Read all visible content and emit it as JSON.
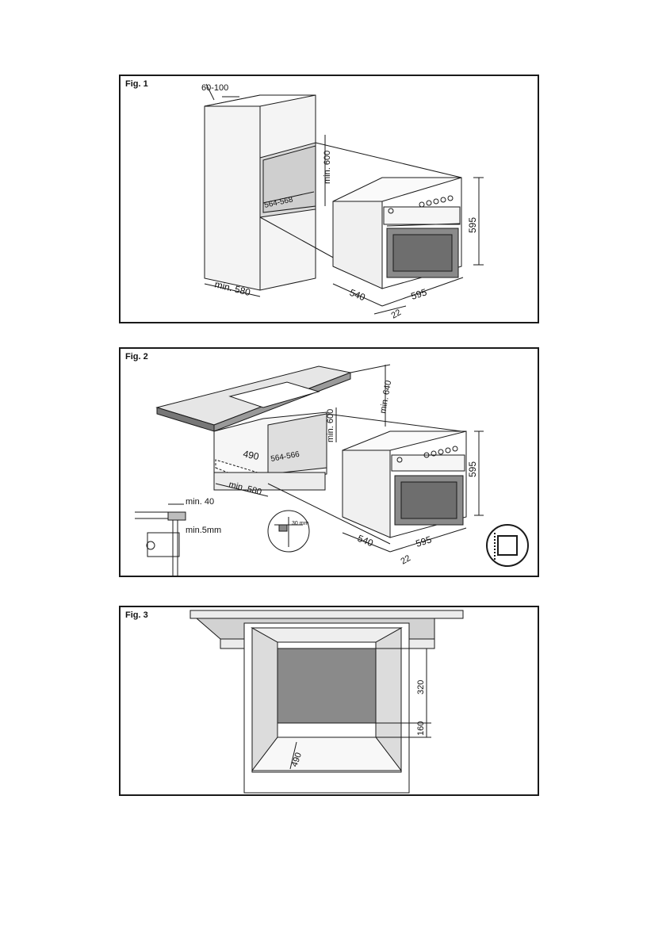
{
  "figures": [
    {
      "label": "Fig. 1",
      "dims": {
        "gap": "60-100",
        "niche_height": "min. 600",
        "niche_width": "564-568",
        "cabinet_depth": "min. 580",
        "oven_height": "595",
        "oven_width": "595",
        "oven_depth": "540",
        "front": "22"
      }
    },
    {
      "label": "Fig. 2",
      "dims": {
        "counter_depth": "min. 640",
        "niche_height": "min. 600",
        "niche_depth": "490",
        "niche_width": "564-566",
        "cabinet_depth": "min. 580",
        "edge_clearance": "min. 40",
        "gap": "min.5mm",
        "vent": "30 mm",
        "oven_height": "595",
        "oven_width": "595",
        "oven_depth": "540",
        "front": "22"
      }
    },
    {
      "label": "Fig. 3",
      "dims": {
        "opening_height": "320",
        "bottom_gap": "160",
        "depth": "490"
      }
    }
  ],
  "colors": {
    "line": "#1a1a1a",
    "panel": "#e6e6e6",
    "dark": "#8a8a8a",
    "shade": "#bdbdbd"
  }
}
